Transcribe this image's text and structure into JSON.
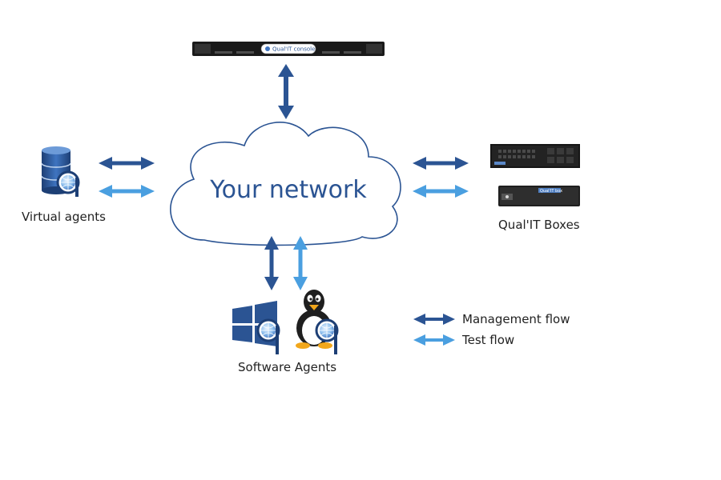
{
  "cloud": {
    "label": "Your network"
  },
  "nodes": {
    "controller": {
      "brand": "Qual'IT console"
    },
    "virtual_agents": {
      "label": "Virtual agents"
    },
    "qualit_boxes": {
      "label": "Qual'IT Boxes",
      "box_brand": "Qual'IT box"
    },
    "software_agents": {
      "label": "Software Agents"
    }
  },
  "legend": {
    "items": [
      {
        "label": "Management flow",
        "color": "#2b5493"
      },
      {
        "label": "Test flow",
        "color": "#4a9fe0"
      }
    ]
  },
  "colors": {
    "management": "#2b5493",
    "test": "#4a9fe0",
    "cloud_stroke": "#2b5493",
    "cloud_text": "#2b5493"
  }
}
